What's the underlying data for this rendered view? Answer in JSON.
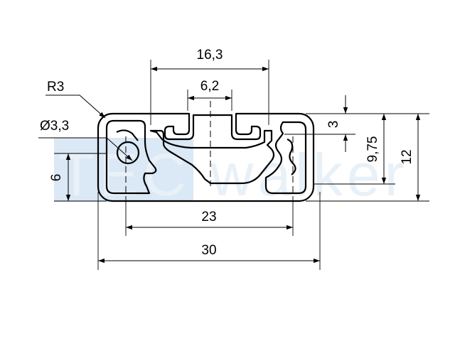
{
  "watermark": {
    "brand_prefix": "TEC",
    "brand_suffix": "walker"
  },
  "dimensions": {
    "width_total": "30",
    "width_pitch": "23",
    "slot_span": "16,3",
    "slot_opening": "6,2",
    "height_total": "12",
    "height_inner": "9,75",
    "slot_depth": "3",
    "height_left": "6",
    "bore_diameter": "Ø3,3",
    "corner_radius": "R3"
  },
  "colors": {
    "line": "#000000",
    "watermark_box": "#dbe8f5",
    "watermark_text": "#e8f0f8"
  }
}
